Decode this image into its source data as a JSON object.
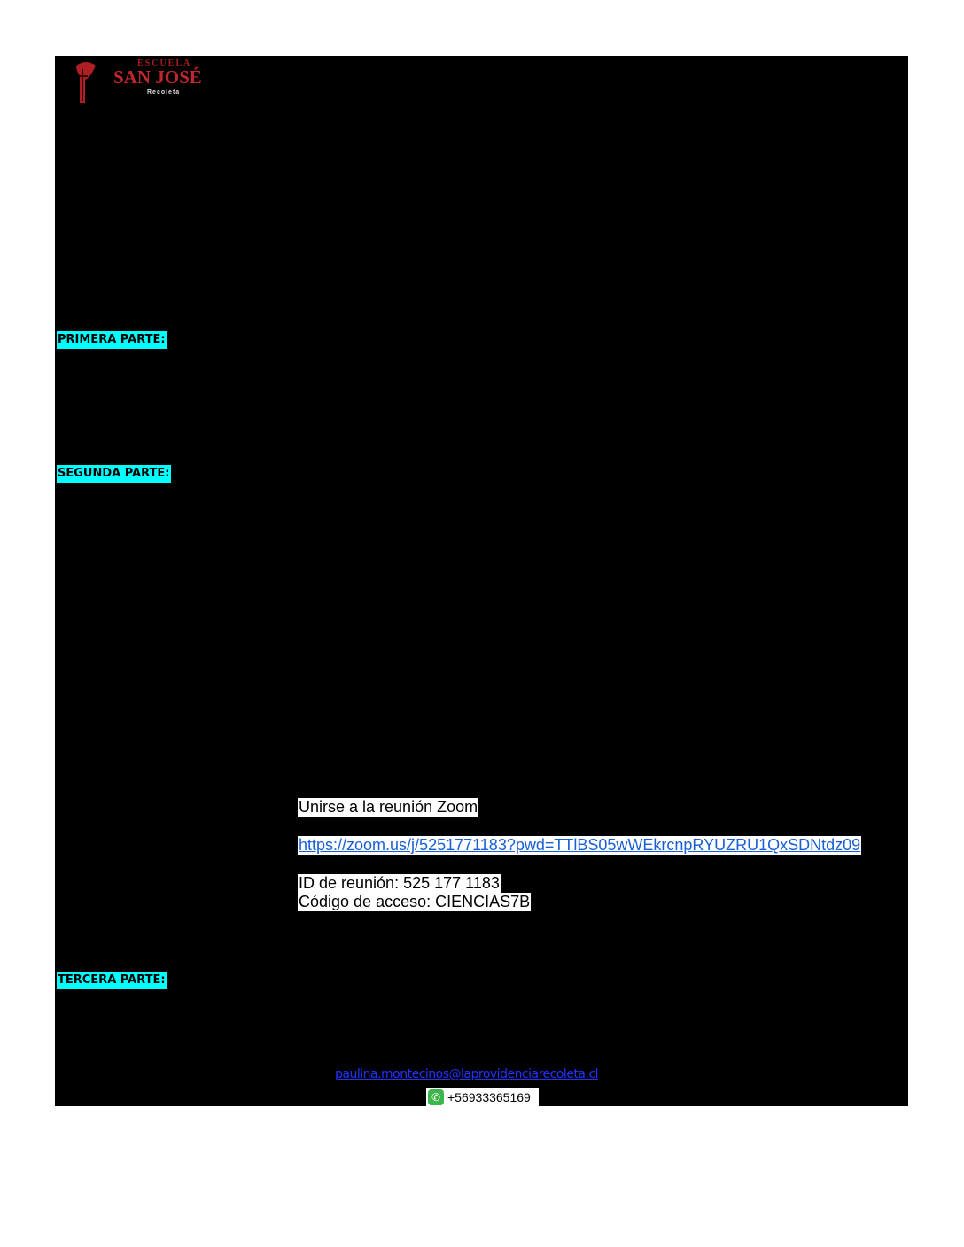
{
  "logo": {
    "line1": "ESCUELA",
    "line2": "SAN JOSÉ",
    "line3": "Recoleta"
  },
  "sections": {
    "primera": "PRIMERA PARTE:",
    "segunda": "SEGUNDA PARTE:",
    "tercera": "TERCERA PARTE:"
  },
  "zoom": {
    "join_label": "Unirse a la reunión Zoom",
    "url": "https://zoom.us/j/5251771183?pwd=TTlBS05wWEkrcnpRYUZRU1QxSDNtdz09",
    "meeting_id": "ID de reunión: 525 177 1183",
    "access_code": "Código de acceso: CIENCIAS7B"
  },
  "contact": {
    "email": "paulina.montecinos@laprovidenciarecoleta.cl",
    "phone": "+56933365169"
  }
}
